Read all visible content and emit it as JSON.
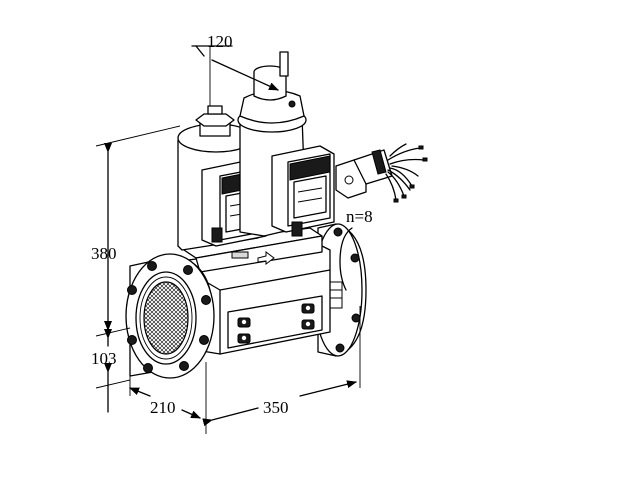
{
  "dimensions": {
    "height_total": "380",
    "height_axis": "103",
    "top_offset": "120",
    "width_side": "210",
    "length": "350",
    "connector_pins": "n=8"
  },
  "icons": {
    "flow_arrow": "flow-direction-arrow-icon"
  }
}
